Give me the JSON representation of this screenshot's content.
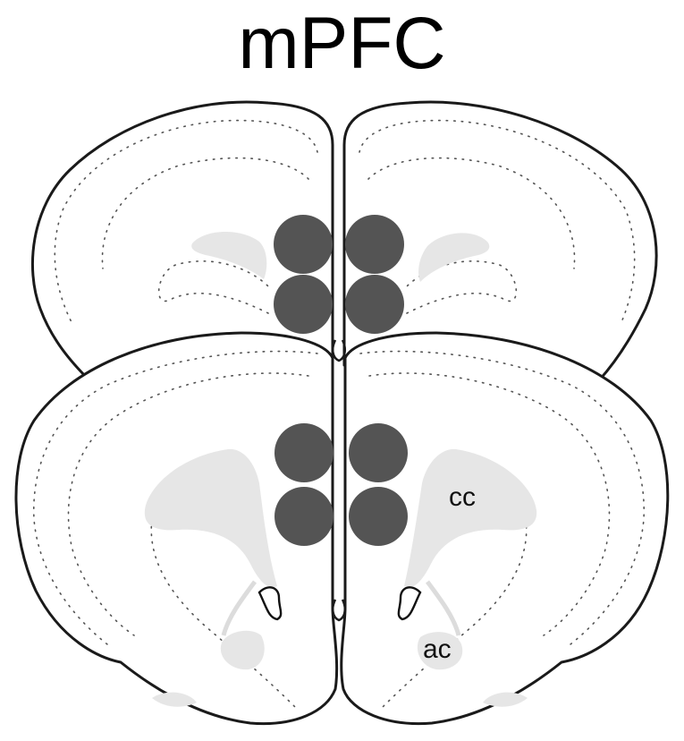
{
  "title": "mPFC",
  "labels": {
    "cc": "cc",
    "ac": "ac"
  },
  "colors": {
    "injection_site": "#545454",
    "white_matter": "#e6e6e6",
    "outline": "#1a1a1a"
  },
  "injection_sites_count": 8
}
